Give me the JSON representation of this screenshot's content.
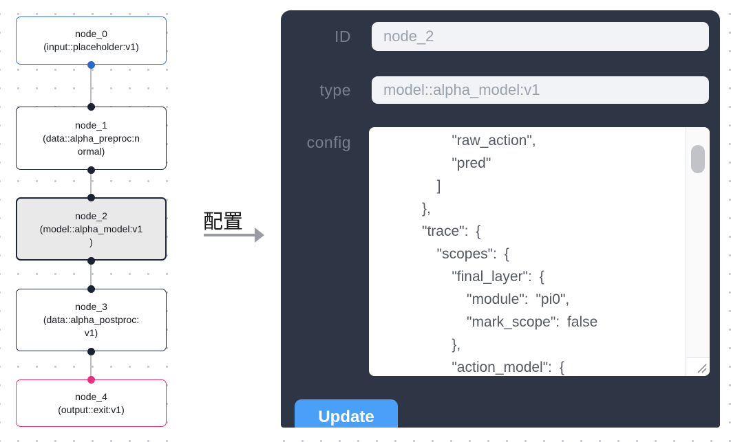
{
  "flow": {
    "nodes": [
      {
        "title": "node_0",
        "subtitle": "(input::placeholder:v1)",
        "role": "input"
      },
      {
        "title": "node_1",
        "subtitle": "(data::alpha_preproc:n\normal)",
        "role": "data"
      },
      {
        "title": "node_2",
        "subtitle": "(model::alpha_model:v1\n)",
        "role": "model",
        "selected": true
      },
      {
        "title": "node_3",
        "subtitle": "(data::alpha_postproc:\nv1)",
        "role": "data"
      },
      {
        "title": "node_4",
        "subtitle": "(output::exit:v1)",
        "role": "output"
      }
    ]
  },
  "annotation": {
    "label": "配置"
  },
  "panel": {
    "id_label": "ID",
    "id_value": "node_2",
    "type_label": "type",
    "type_value": "model::alpha_model:v1",
    "config_label": "config",
    "config_value": "          \"raw_action\",\n          \"pred\"\n        ]\n      },\n      \"trace\": {\n        \"scopes\": {\n          \"final_layer\": {\n            \"module\": \"pi0\",\n            \"mark_scope\": false\n          },\n          \"action_model\": {",
    "update_label": "Update"
  },
  "colors": {
    "panel_bg": "#2e3645",
    "accent_button": "#4aa0f6",
    "input_node_border": "#3f6cd1",
    "output_node_border": "#ee2e7c",
    "default_node_border": "#20283a",
    "selected_node_bg": "#e9e9e9",
    "handle_blue": "#2a67cf",
    "handle_dark": "#1b2233",
    "handle_pink": "#ee2d7c",
    "field_bg": "#f1f3f7"
  }
}
